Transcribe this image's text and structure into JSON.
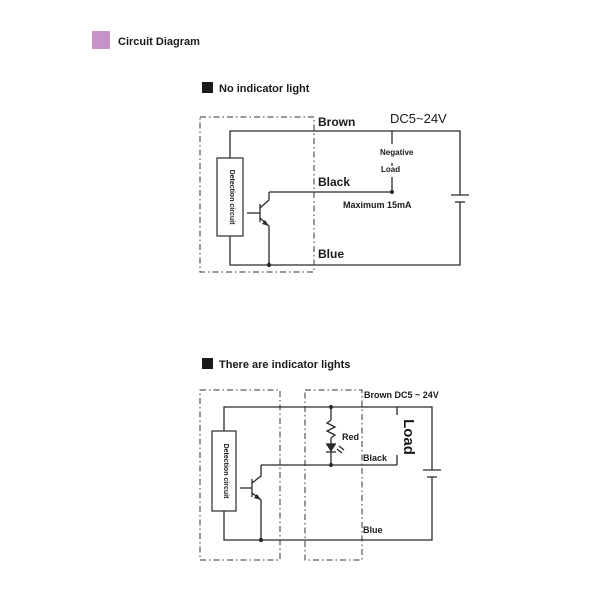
{
  "header": {
    "title": "Circuit Diagram",
    "accent": "#c792c8"
  },
  "diagram1": {
    "heading": "No indicator light",
    "wire_top": "Brown",
    "wire_out": "Black",
    "wire_bottom": "Blue",
    "supply": "DC5~24V",
    "load_line1": "Negative",
    "load_line2": "Load",
    "current_note": "Maximum 15mA",
    "module": "Detection circuit"
  },
  "diagram2": {
    "heading": "There are indicator lights",
    "supply": "Brown DC5 ~ 24V",
    "led": "Red",
    "load": "Load",
    "wire_out": "Black",
    "wire_bottom": "Blue",
    "module": "Detection circuit"
  }
}
